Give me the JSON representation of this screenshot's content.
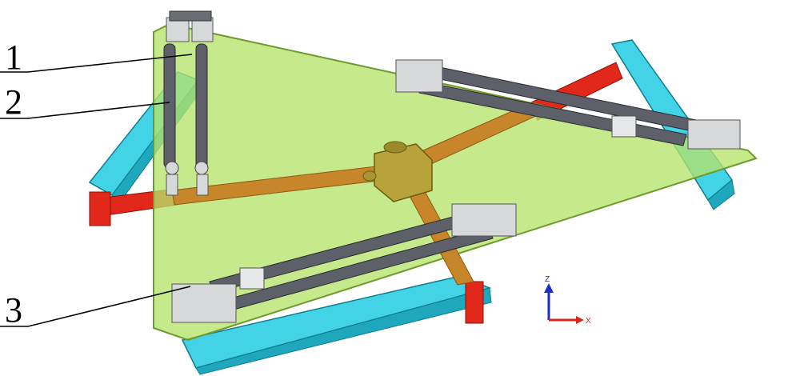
{
  "callouts": [
    {
      "id": "1",
      "text": "1"
    },
    {
      "id": "2",
      "text": "2"
    },
    {
      "id": "3",
      "text": "3"
    }
  ],
  "axes": {
    "z": "Z",
    "x": "X"
  },
  "colors": {
    "plate": "#b6e36a",
    "plate_edge": "#6f9a2e",
    "base_arm": "#43d3e6",
    "base_arm_dark": "#1a9cb0",
    "crank": "#e2281a",
    "spoke": "#c8862a",
    "rod": "#5d6068",
    "joint": "#d6d8da",
    "hub": "#b8a33a",
    "z_axis": "#1a2fc8",
    "x_axis": "#d8261a"
  }
}
